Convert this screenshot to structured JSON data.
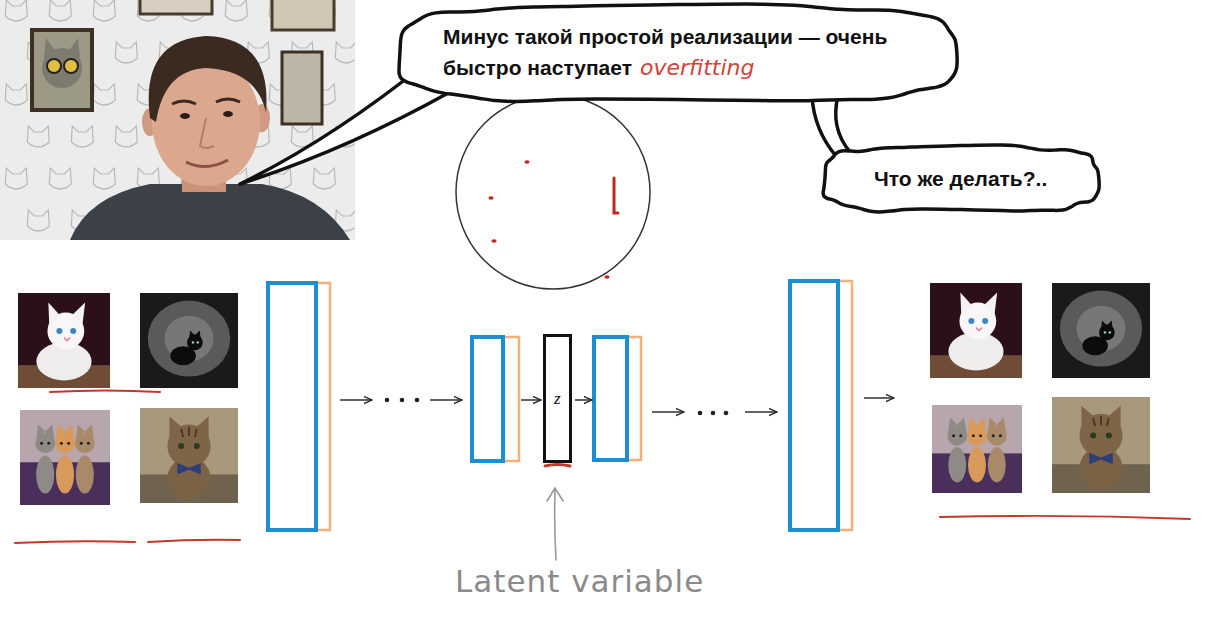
{
  "diagram": {
    "nodes": [
      {
        "text": [
          "Минус такой простой реализации — очень быстро наступает",
          "overfitting"
        ]
      },
      {
        "text": [
          "Что же делать?.."
        ]
      },
      {
        "text": [
          "z"
        ]
      }
    ],
    "labels": [
      "Latent variable"
    ]
  }
}
